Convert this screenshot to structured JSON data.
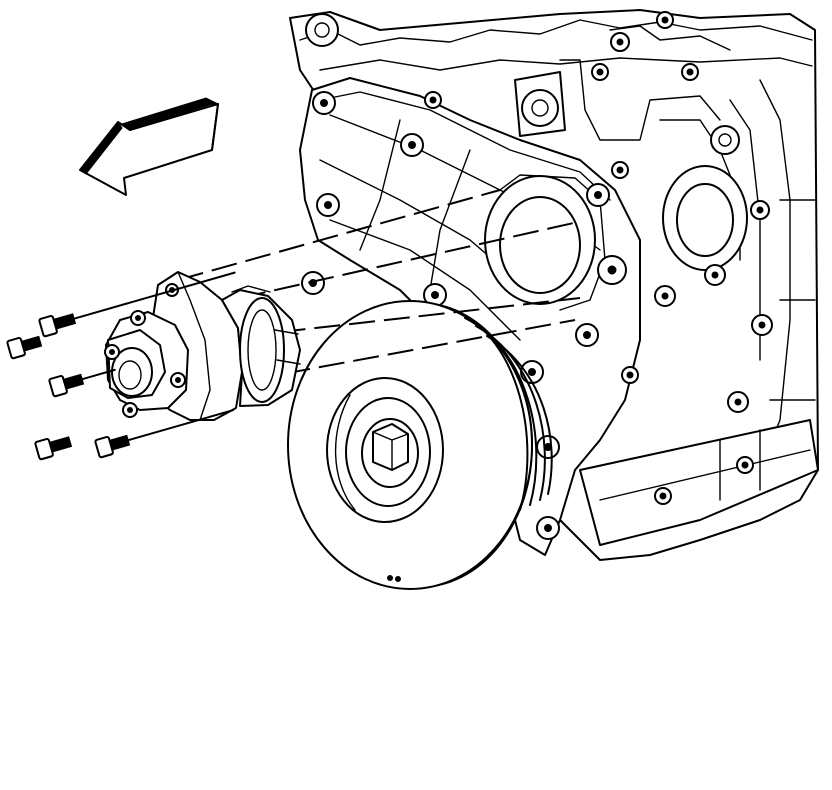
{
  "figure": {
    "components": [
      "engine-block",
      "timing-cover",
      "crankshaft-balancer",
      "water-pump",
      "water-pump-bolt",
      "direction-arrow"
    ],
    "colors": {
      "line": "#000000",
      "background": "#ffffff"
    },
    "bolt_count": 5,
    "arrow_direction": "left"
  }
}
